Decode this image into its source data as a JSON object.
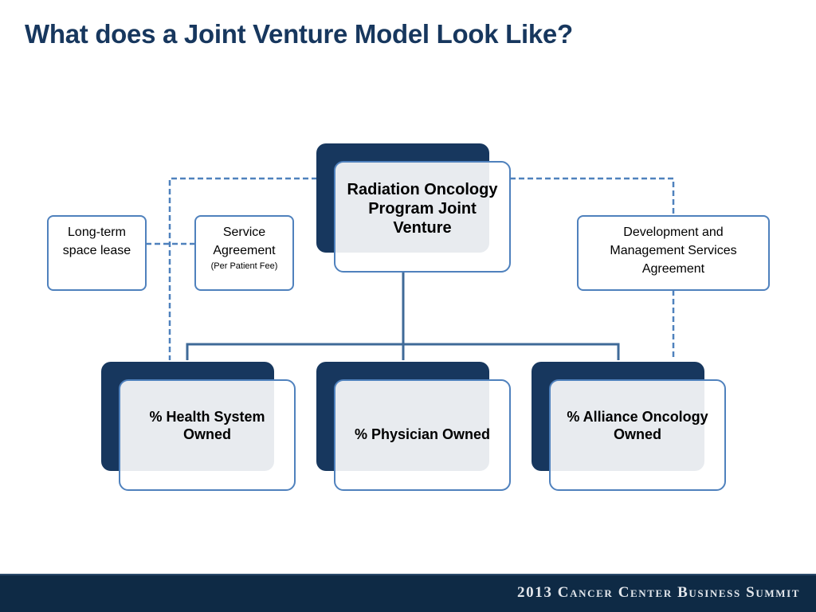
{
  "slide": {
    "title": "What does a Joint Venture Model Look Like?"
  },
  "diagram": {
    "center_box": {
      "label": "Radiation Oncology Program Joint Venture"
    },
    "side_boxes": {
      "lease": {
        "label": "Long-term space lease"
      },
      "service": {
        "label": "Service Agreement",
        "note": "(Per Patient Fee)"
      },
      "management": {
        "label": "Development and Management Services Agreement"
      }
    },
    "ownership_boxes": {
      "health_system": {
        "label": "% Health System Owned"
      },
      "physician": {
        "label": "% Physician Owned"
      },
      "alliance": {
        "label": "% Alliance Oncology Owned"
      }
    }
  },
  "colors": {
    "title": "#17375e",
    "box_border": "#4f81bd",
    "shadow_block": "#17375e",
    "solid_line": "#3f6a98",
    "dashed_line": "#4f81bd",
    "footer_bg": "#0e2a45"
  },
  "footer": {
    "text": "2013 Cancer Center Business Summit"
  }
}
